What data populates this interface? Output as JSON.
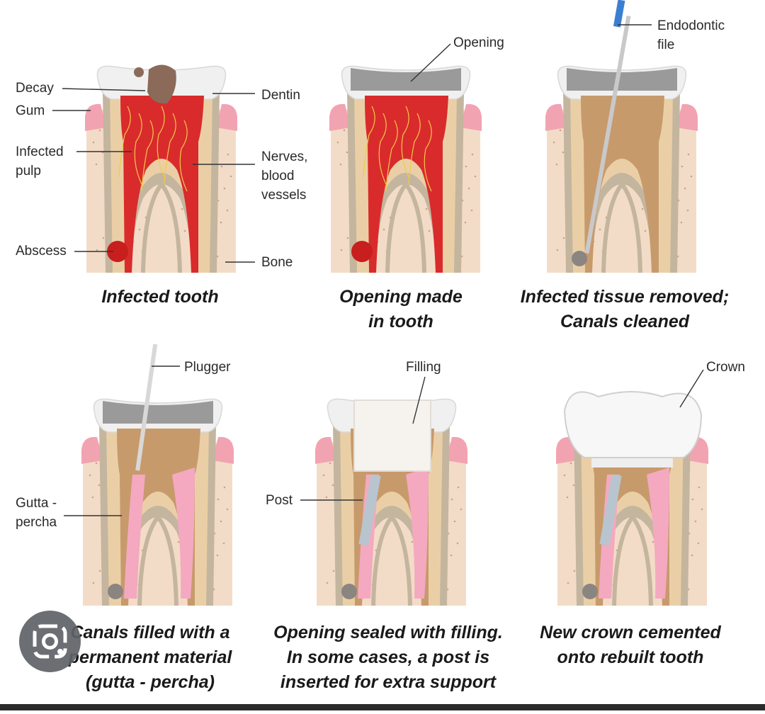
{
  "panels": [
    {
      "caption": [
        "Infected tooth"
      ],
      "labels": {
        "decay": "Decay",
        "gum": "Gum",
        "infected_pulp": "Infected\npulp",
        "abscess": "Abscess",
        "dentin": "Dentin",
        "nerves": "Nerves,\nblood\nvessels",
        "bone": "Bone"
      }
    },
    {
      "caption": [
        "Opening made",
        "in tooth"
      ],
      "labels": {
        "opening": "Opening"
      }
    },
    {
      "caption": [
        "Infected tissue removed;",
        "Canals cleaned"
      ],
      "labels": {
        "file": "Endodontic\nfile"
      }
    },
    {
      "caption": [
        "Canals filled with a",
        "permanent material",
        "(gutta - percha)"
      ],
      "labels": {
        "plugger": "Plugger",
        "gutta": "Gutta -\npercha"
      }
    },
    {
      "caption": [
        "Opening sealed with filling.",
        "In some cases, a post is",
        "inserted for extra support"
      ],
      "labels": {
        "filling": "Filling",
        "post": "Post"
      }
    },
    {
      "caption": [
        "New crown cemented",
        "onto rebuilt tooth"
      ],
      "labels": {
        "crown": "Crown"
      }
    }
  ],
  "colors": {
    "bone": "#f3dcc7",
    "bone_dots": "#c9a488",
    "gum": "#f2a3b1",
    "enamel": "#f0f0f0",
    "dentin": "#eacfa6",
    "cementum_ring": "#c4b59f",
    "pulp_infected": "#d92b2b",
    "pulp_cleaned": "#c79a6c",
    "gutta_percha": "#f4a9c0",
    "temporary": "#9a9a9a",
    "decay": "#8b6a5a"
  }
}
